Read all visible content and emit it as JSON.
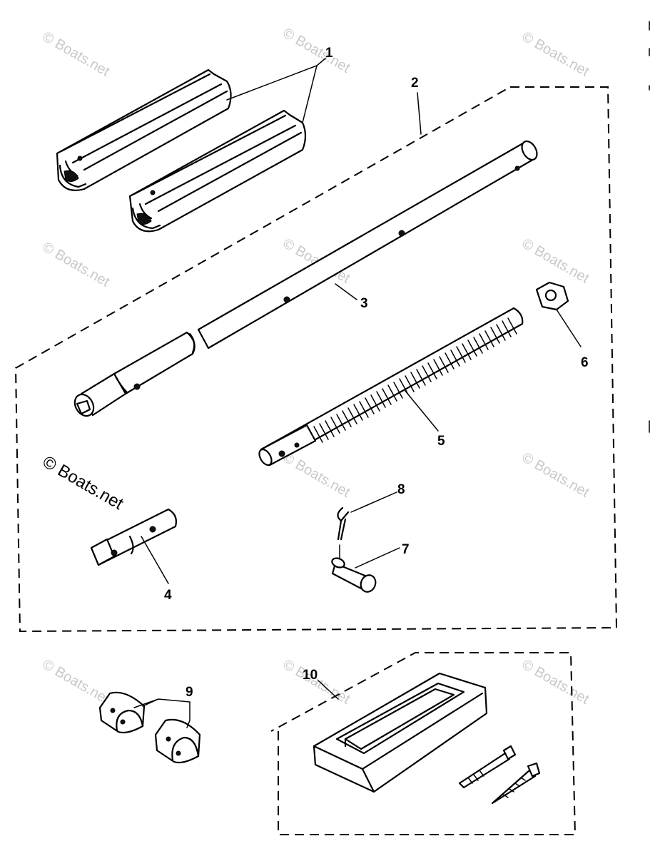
{
  "watermark": {
    "text": "© Boats.net",
    "prominent_text": "© Boats.net"
  },
  "callouts": {
    "c1": "1",
    "c2": "2",
    "c3": "3",
    "c4": "4",
    "c5": "5",
    "c6": "6",
    "c7": "7",
    "c8": "8",
    "c9": "9",
    "c10": "10"
  }
}
